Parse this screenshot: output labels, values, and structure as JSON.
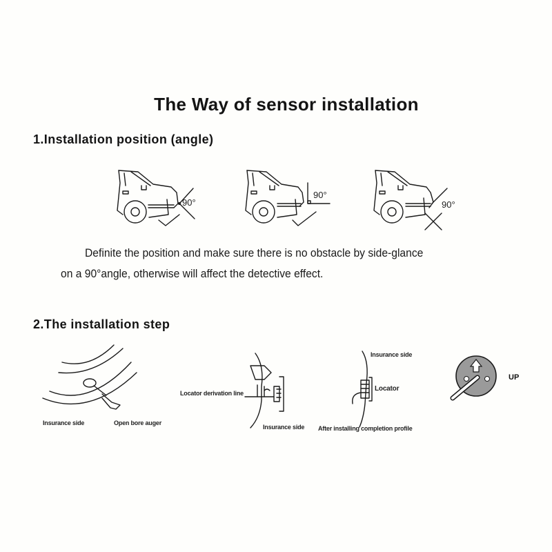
{
  "page": {
    "title": "The Way of sensor installation",
    "background": "#fefefc",
    "text_color": "#141414"
  },
  "section1": {
    "heading": "1.Installation position (angle)",
    "diagrams": [
      {
        "angle_label": "90°",
        "orientation": "angled-down",
        "icon": "car-rear-sensor-icon",
        "mark": "check"
      },
      {
        "angle_label": "90°",
        "orientation": "level",
        "icon": "car-rear-sensor-icon",
        "mark": "check"
      },
      {
        "angle_label": "90°",
        "orientation": "angled-up",
        "icon": "car-rear-sensor-icon",
        "mark": "cross"
      }
    ],
    "description_line1": "Definite the position and make sure there is no obstacle by side-glance",
    "description_line2": "on a 90°angle, otherwise will affect the detective effect."
  },
  "section2": {
    "heading": "2.The installation step",
    "steps": [
      {
        "icon": "bumper-drilling-icon",
        "labels": [
          "Insurance side",
          "Open bore auger"
        ]
      },
      {
        "icon": "locator-insert-icon",
        "labels": [
          "Locator derivation line",
          "Insurance side"
        ]
      },
      {
        "icon": "locator-installed-icon",
        "labels": [
          "Insurance side",
          "Locator",
          "After installing completion profile"
        ]
      },
      {
        "icon": "sensor-up-orientation-icon",
        "labels": [
          "UP"
        ],
        "fill_color": "#9a9a9a"
      }
    ]
  }
}
